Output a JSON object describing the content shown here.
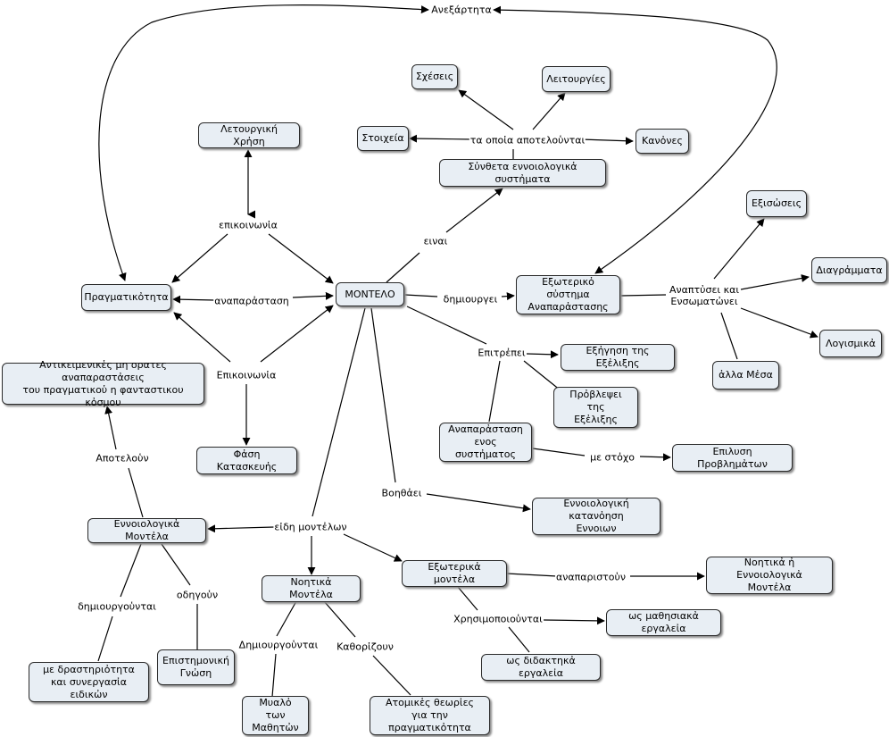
{
  "concepts": {
    "anexartita": "Ανεξάρτητα",
    "scheseis": "Σχέσεις",
    "leitourgies": "Λειτουργίες",
    "stoixeia": "Στοιχεία",
    "kanones": "Κανὀνες",
    "syntheta": "Σὐνθετα εννοιολογικἀ συστἠματα",
    "leitourgiki_xrisi": "Λετουργική Χρἠση",
    "pragmatikotita": "Πραγματικὀτητα",
    "montelo": "ΜΟΝΤΕΛΟ",
    "exoteriko_systima": "Εξωτερικὀ σὐστημα\nΑναπαρἀστασης",
    "exisoseis": "Εξισὠσεις",
    "diagrammata": "Διαγρἀμματα",
    "logismika": "Λογισμικἀ",
    "alla_mesa": "ἀλλα Μἐσα",
    "exigisi": "Εξἠγηση της Εξἐλιξης",
    "provlepsi": "Πρὀβλεψει της\nΕξἐλιξης",
    "antikeimenikes": "Αντικειμενικἑς μη ορατες αναπαραστἀσεις\nτου πραγματικοὑ η φανταστικου κὀσμου",
    "fasi_kataskevis": "Φἀση Κατασκευἠς",
    "anaparastasi_systimatos": "Αναπαρἀσταση\nενος συστἠματος",
    "epilysi": "Επιλυση Προβλημἀτων",
    "ennoiologiki_katanoisi": "Εννοιολογική κατανὀηση\nΕννοιων",
    "ennoiologika_montela": "Εννοιολογικἀ Μοντἐλα",
    "exoterika_montela": "Εξωτερικἀ μοντἐλα",
    "noitika_i_ennoiologika": "Νοητικἀ ἠ Εννοιολογικἀ\nΜοντἐλα",
    "noitika_montela": "Νοητικἀ Μοντἐλα",
    "mathisiaka": "ως μαθησιακἀ εργαλεἰα",
    "didaktika": "ως διδακτηκἀ εργαλεἰα",
    "drastiriotita": "με δραστηριὀτητα\nκαι συνεργασἰα ειδικὠν",
    "epistimoniki_gnosi": "Επιστημονική\nΓνὠση",
    "myalo": "Μυαλὀ των\nΜαθητὠν",
    "atomikes_theories": "Ατομικἑς θεωρἰες\nγια την πραγματικὀτητα"
  },
  "linking_phrases": {
    "ta_opoia": "τα οποἰα αποτελοὑνται",
    "epikoinonia_top": "επικοινωνἰα",
    "einai": "ειναι",
    "anaparastasi": "αναπαρἀσταση",
    "dimiourgei": "δημιουργει",
    "anaptysei": "Αναπτὐσει και\nΕνσωματὠνει",
    "epitrepei": "Επιτρἐπει",
    "epikoinonia_bottom": "Επικοινωνἰα",
    "apoteloun": "Αποτελοὑν",
    "me_stoxo": "με στὀχο",
    "voithaei": "Βοηθἀει",
    "eidi_montelon": "εἰδη μοντἐλων",
    "anaparistoun": "αναπαριστοὑν",
    "odigoun": "οδηγοὑν",
    "dimiourgountai_lower": "δημιουργοὑνται",
    "xrisimopoiountai": "Χρησιμοποιοὑνται",
    "dimiourgountai_upper": "Δημιουργοὑνται",
    "kathorizoun": "Καθορἰζουν"
  }
}
